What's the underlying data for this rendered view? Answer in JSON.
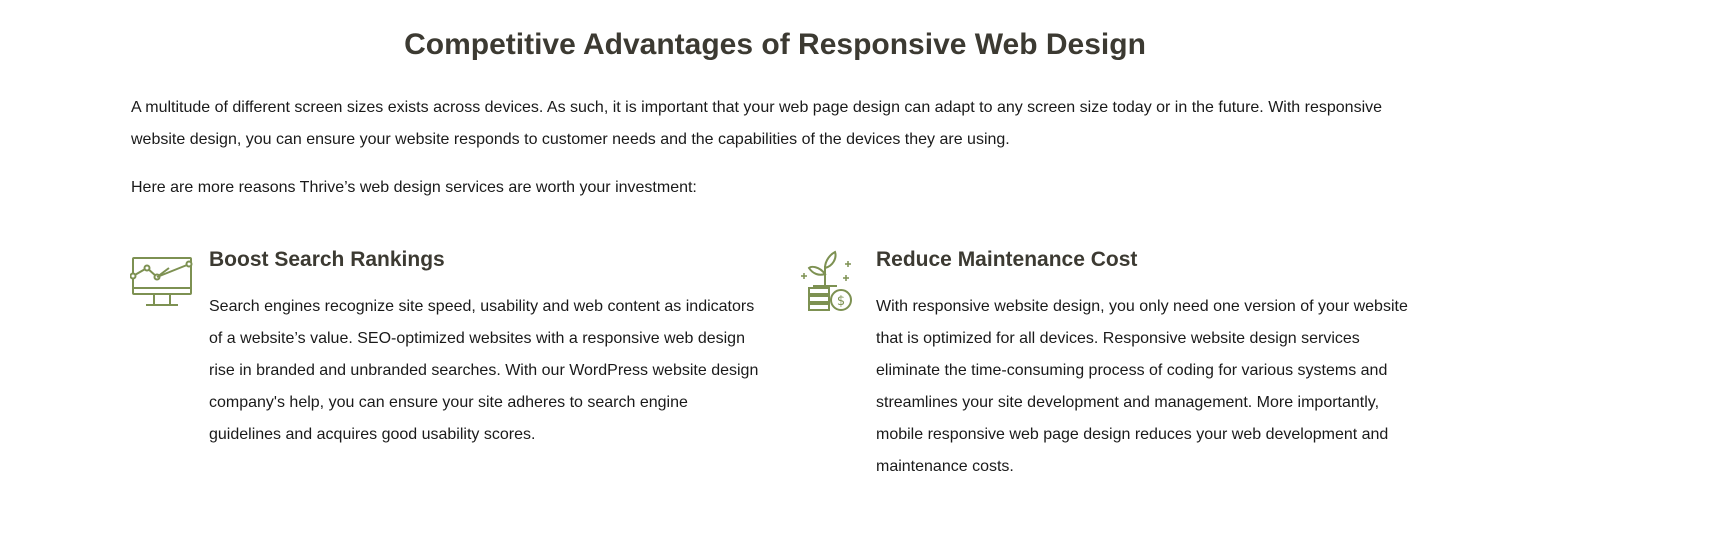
{
  "title": "Competitive Advantages of Responsive Web Design",
  "intro": "A multitude of different screen sizes exists across devices. As such, it is important that your web page design can adapt to any screen size today or in the future. With responsive website design, you can ensure your website responds to customer needs and the capabilities of the devices they are using.",
  "lead": "Here are more reasons Thrive’s web design services are worth your investment:",
  "colors": {
    "accent": "#7d9152",
    "heading": "#3c3a32"
  },
  "features": [
    {
      "icon": "monitor-chart-icon",
      "title": "Boost Search Rankings",
      "body": "Search engines recognize site speed, usability and web content as indicators of a website’s value. SEO-optimized websites with a responsive web design rise in branded and unbranded searches. With our WordPress website design company's help, you can ensure your site adheres to search engine guidelines and acquires good usability scores."
    },
    {
      "icon": "plant-coins-icon",
      "title": "Reduce Maintenance Cost",
      "body": "With responsive website design, you only need one version of your website that is optimized for all devices. Responsive website design services eliminate the time-consuming process of coding for various systems and streamlines your site development and management. More importantly, mobile responsive web page design reduces your web development and maintenance costs."
    }
  ]
}
